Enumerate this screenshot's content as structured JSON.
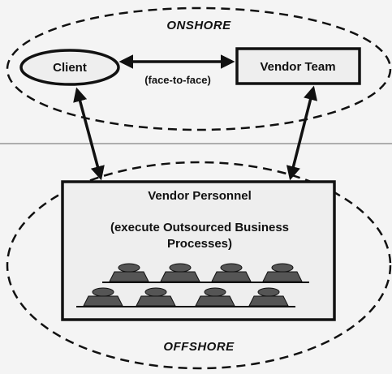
{
  "zones": {
    "onshore": "ONSHORE",
    "offshore": "OFFSHORE"
  },
  "nodes": {
    "client": "Client",
    "vendor_team": "Vendor Team",
    "vendor_personnel": {
      "title": "Vendor Personnel",
      "desc_line1": "(execute Outsourced Business",
      "desc_line2": "Processes)"
    }
  },
  "links": {
    "client_vendor_team": "(face-to-face)"
  },
  "colors": {
    "background": "#f4f4f4",
    "ink": "#111111",
    "box_fill": "#eeeeee",
    "workstation": "#555555"
  }
}
